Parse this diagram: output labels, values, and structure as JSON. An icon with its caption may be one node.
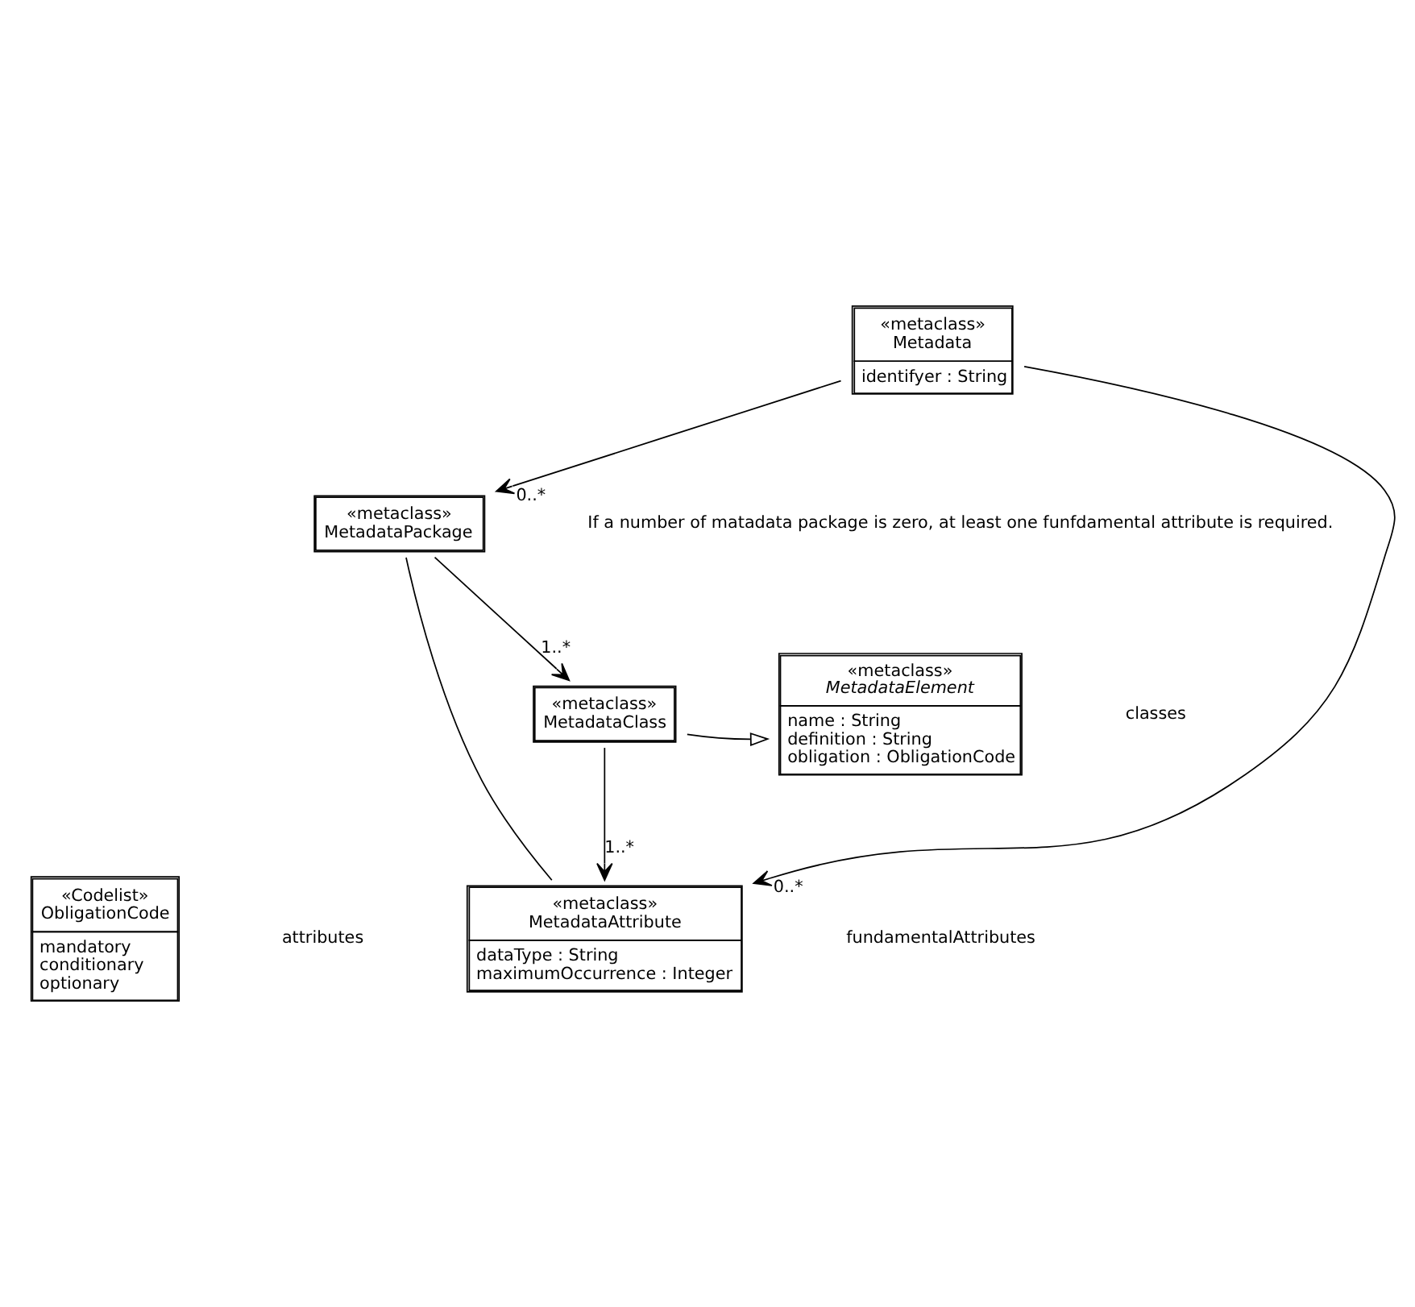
{
  "diagram": {
    "nodes": [
      {
        "text": [
          "«metaclass»",
          "Metadata",
          "identifyer : String"
        ]
      },
      {
        "text": [
          "«metaclass»",
          "MetadataPackage"
        ]
      },
      {
        "text": [
          "«metaclass»",
          "MetadataElement",
          "name : String",
          "definition : String",
          "obligation : ObligationCode"
        ]
      },
      {
        "text": [
          "«metaclass»",
          "MetadataClass"
        ]
      },
      {
        "text": [
          "«Codelist»",
          "ObligationCode",
          "mandatory",
          "conditionary",
          "optionary"
        ]
      },
      {
        "text": [
          "«metaclass»",
          "MetadataAttribute",
          "dataType : String",
          "maximumOccurrence : Integer"
        ]
      }
    ],
    "edges": [
      {
        "from": 0,
        "to": 1,
        "arrow": "to",
        "label": "0..*"
      },
      {
        "from": 1,
        "to": 3,
        "arrow": "to",
        "label": "1..*"
      },
      {
        "from": 1,
        "to": 5,
        "arrow": "none"
      },
      {
        "from": 3,
        "to": 2,
        "arrow": "to"
      },
      {
        "from": 3,
        "to": 5,
        "arrow": "to",
        "label": "1..*"
      },
      {
        "from": 0,
        "to": 5,
        "arrow": "to",
        "label": "0..*"
      }
    ],
    "labels": [
      "If a number of matadata package is zero, at least one funfdamental attribute is required.",
      "classes",
      "attributes",
      "fundamentalAttributes"
    ]
  }
}
